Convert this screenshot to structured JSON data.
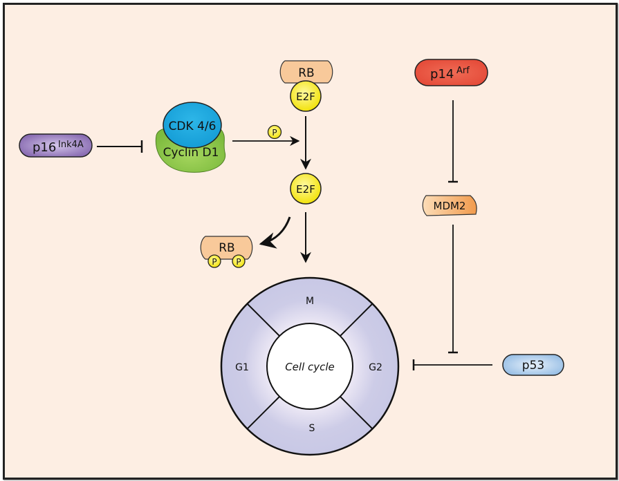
{
  "diagram": {
    "background_color": "#FDEEE3",
    "nodes": {
      "p16": {
        "label": "p16",
        "superscript": "Ink4A",
        "color": "#8E6CB5"
      },
      "cdk": {
        "label": "CDK 4/6",
        "color": "#1FA8DD"
      },
      "cyclin": {
        "label": "Cyclin D1",
        "color": "#8BC34A"
      },
      "phospho_small": {
        "label": "P"
      },
      "rb_top": {
        "label": "RB",
        "color": "#F8C99A"
      },
      "e2f_top": {
        "label": "E2F",
        "color": "#F7EC13"
      },
      "e2f_free": {
        "label": "E2F",
        "color": "#F7EC13"
      },
      "rb_phospho": {
        "label": "RB",
        "p_left": "P",
        "p_right": "P",
        "color": "#F8C99A"
      },
      "p14": {
        "label": "p14",
        "superscript": "Arf",
        "color": "#E8503E"
      },
      "mdm2": {
        "label": "MDM2",
        "color": "#F3A25A"
      },
      "p53": {
        "label": "p53",
        "color": "#A9CBEA"
      }
    },
    "cell_cycle": {
      "center_label": "Cell cycle",
      "phases": {
        "top": "M",
        "right": "G2",
        "bottom": "S",
        "left": "G1"
      },
      "ring_color": "#C9C9E6"
    },
    "edges": [
      {
        "from": "p16",
        "to": "cdk",
        "type": "inhibits"
      },
      {
        "from": "cdk",
        "to": "rb_top",
        "type": "activates",
        "note": "phosphorylation (P)"
      },
      {
        "from": "rb_top",
        "to": "e2f_free",
        "type": "activates"
      },
      {
        "from": "e2f_free",
        "to": "rb_phospho",
        "type": "activates"
      },
      {
        "from": "e2f_free",
        "to": "cell_cycle",
        "type": "activates"
      },
      {
        "from": "p14",
        "to": "mdm2",
        "type": "inhibits"
      },
      {
        "from": "mdm2",
        "to": "p53",
        "type": "inhibits"
      },
      {
        "from": "p53",
        "to": "cell_cycle",
        "type": "inhibits"
      }
    ]
  }
}
